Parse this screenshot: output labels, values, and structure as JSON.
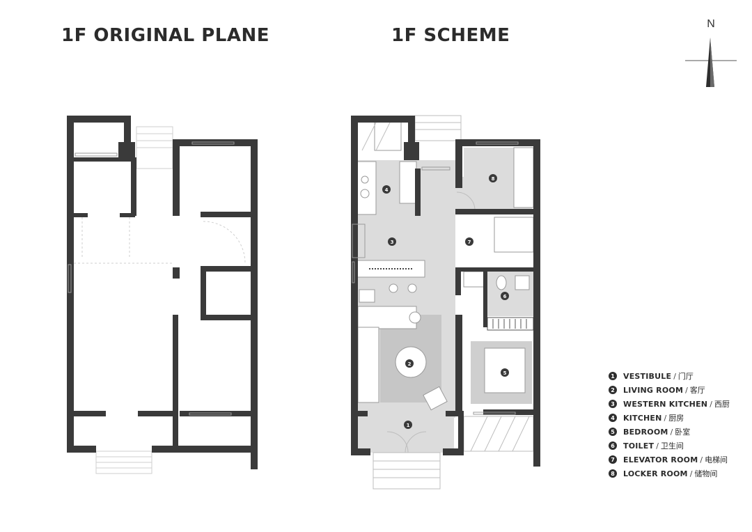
{
  "titles": {
    "original": "1F ORIGINAL PLANE",
    "scheme": "1F SCHEME"
  },
  "north": "N",
  "legend": [
    {
      "num": "1",
      "en": "VESTIBULE",
      "cn": "门厅"
    },
    {
      "num": "2",
      "en": "LIVING ROOM",
      "cn": "客厅"
    },
    {
      "num": "3",
      "en": "WESTERN KITCHEN",
      "cn": "西厨"
    },
    {
      "num": "4",
      "en": "KITCHEN",
      "cn": "厨房"
    },
    {
      "num": "5",
      "en": "BEDROOM",
      "cn": "卧室"
    },
    {
      "num": "6",
      "en": "TOILET",
      "cn": "卫生间"
    },
    {
      "num": "7",
      "en": "ELEVATOR ROOM",
      "cn": "电梯间"
    },
    {
      "num": "8",
      "en": "LOCKER ROOM",
      "cn": "储物间"
    }
  ],
  "colors": {
    "wall": "#3a3a3a",
    "floor_fill": "#dcdcdc",
    "line": "#bdbdbd"
  }
}
